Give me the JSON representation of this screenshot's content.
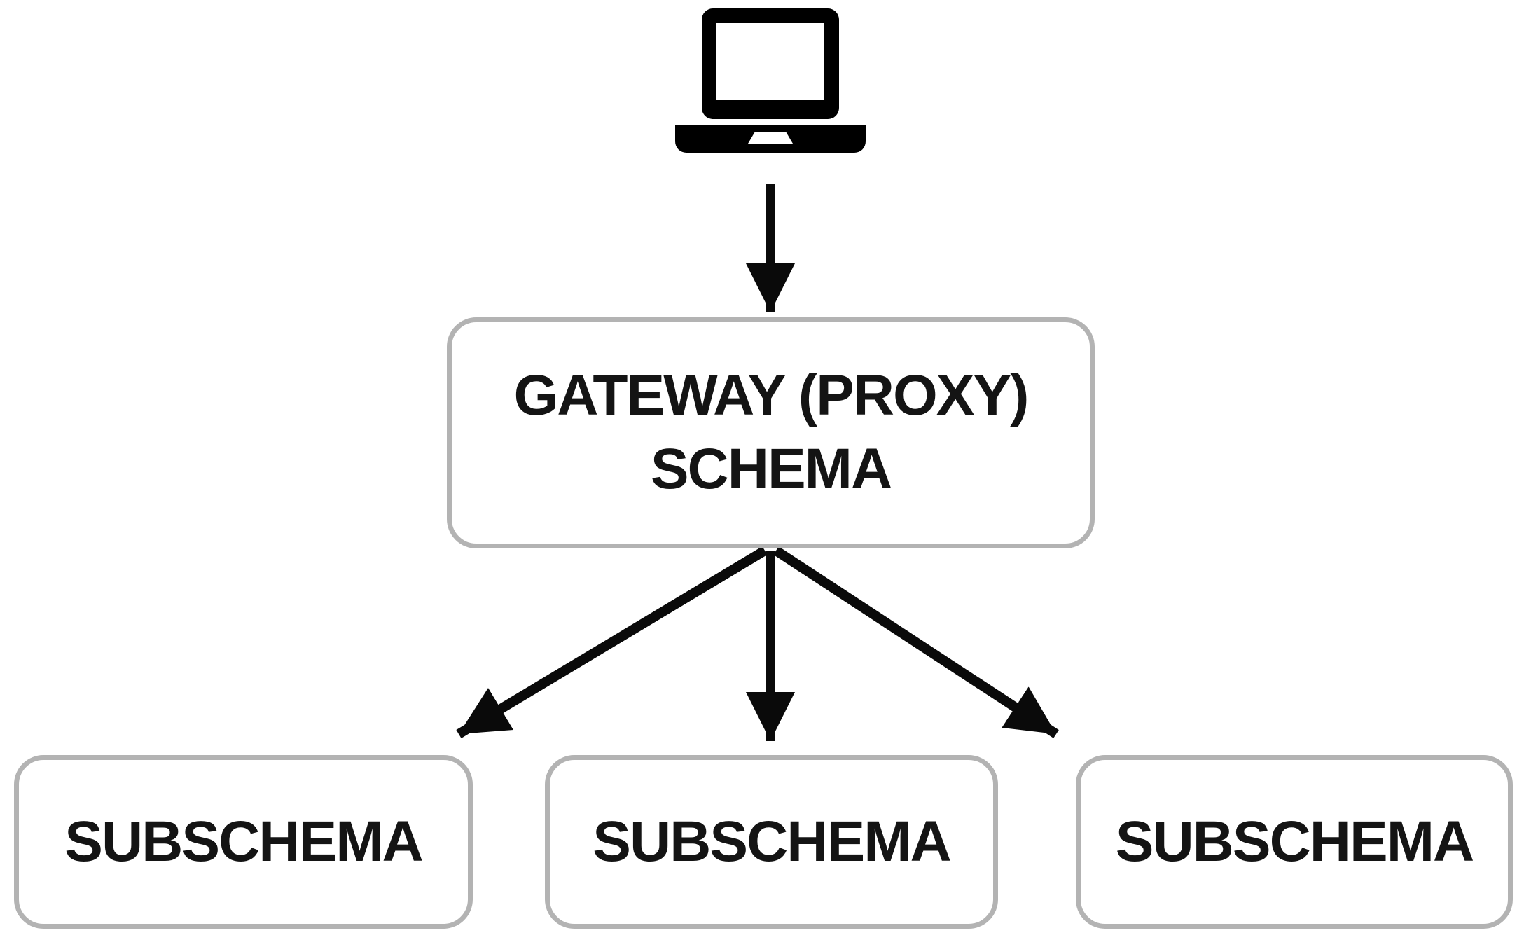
{
  "diagram": {
    "title": "gateway-proxy-schema-architecture",
    "colors": {
      "background": "#ffffff",
      "arrow": "#0a0a0a",
      "box_border": "#b3b3b3",
      "box_fill": "#ffffff",
      "text": "#141414",
      "icon": "#000000"
    },
    "client": {
      "icon": "laptop-icon"
    },
    "gateway": {
      "line1": "GATEWAY (PROXY)",
      "line2": "SCHEMA"
    },
    "subschemas": [
      {
        "label": "SUBSCHEMA"
      },
      {
        "label": "SUBSCHEMA"
      },
      {
        "label": "SUBSCHEMA"
      }
    ],
    "edges": [
      {
        "name": "client-to-gateway"
      },
      {
        "name": "gateway-to-subschema-1"
      },
      {
        "name": "gateway-to-subschema-2"
      },
      {
        "name": "gateway-to-subschema-3"
      }
    ]
  }
}
